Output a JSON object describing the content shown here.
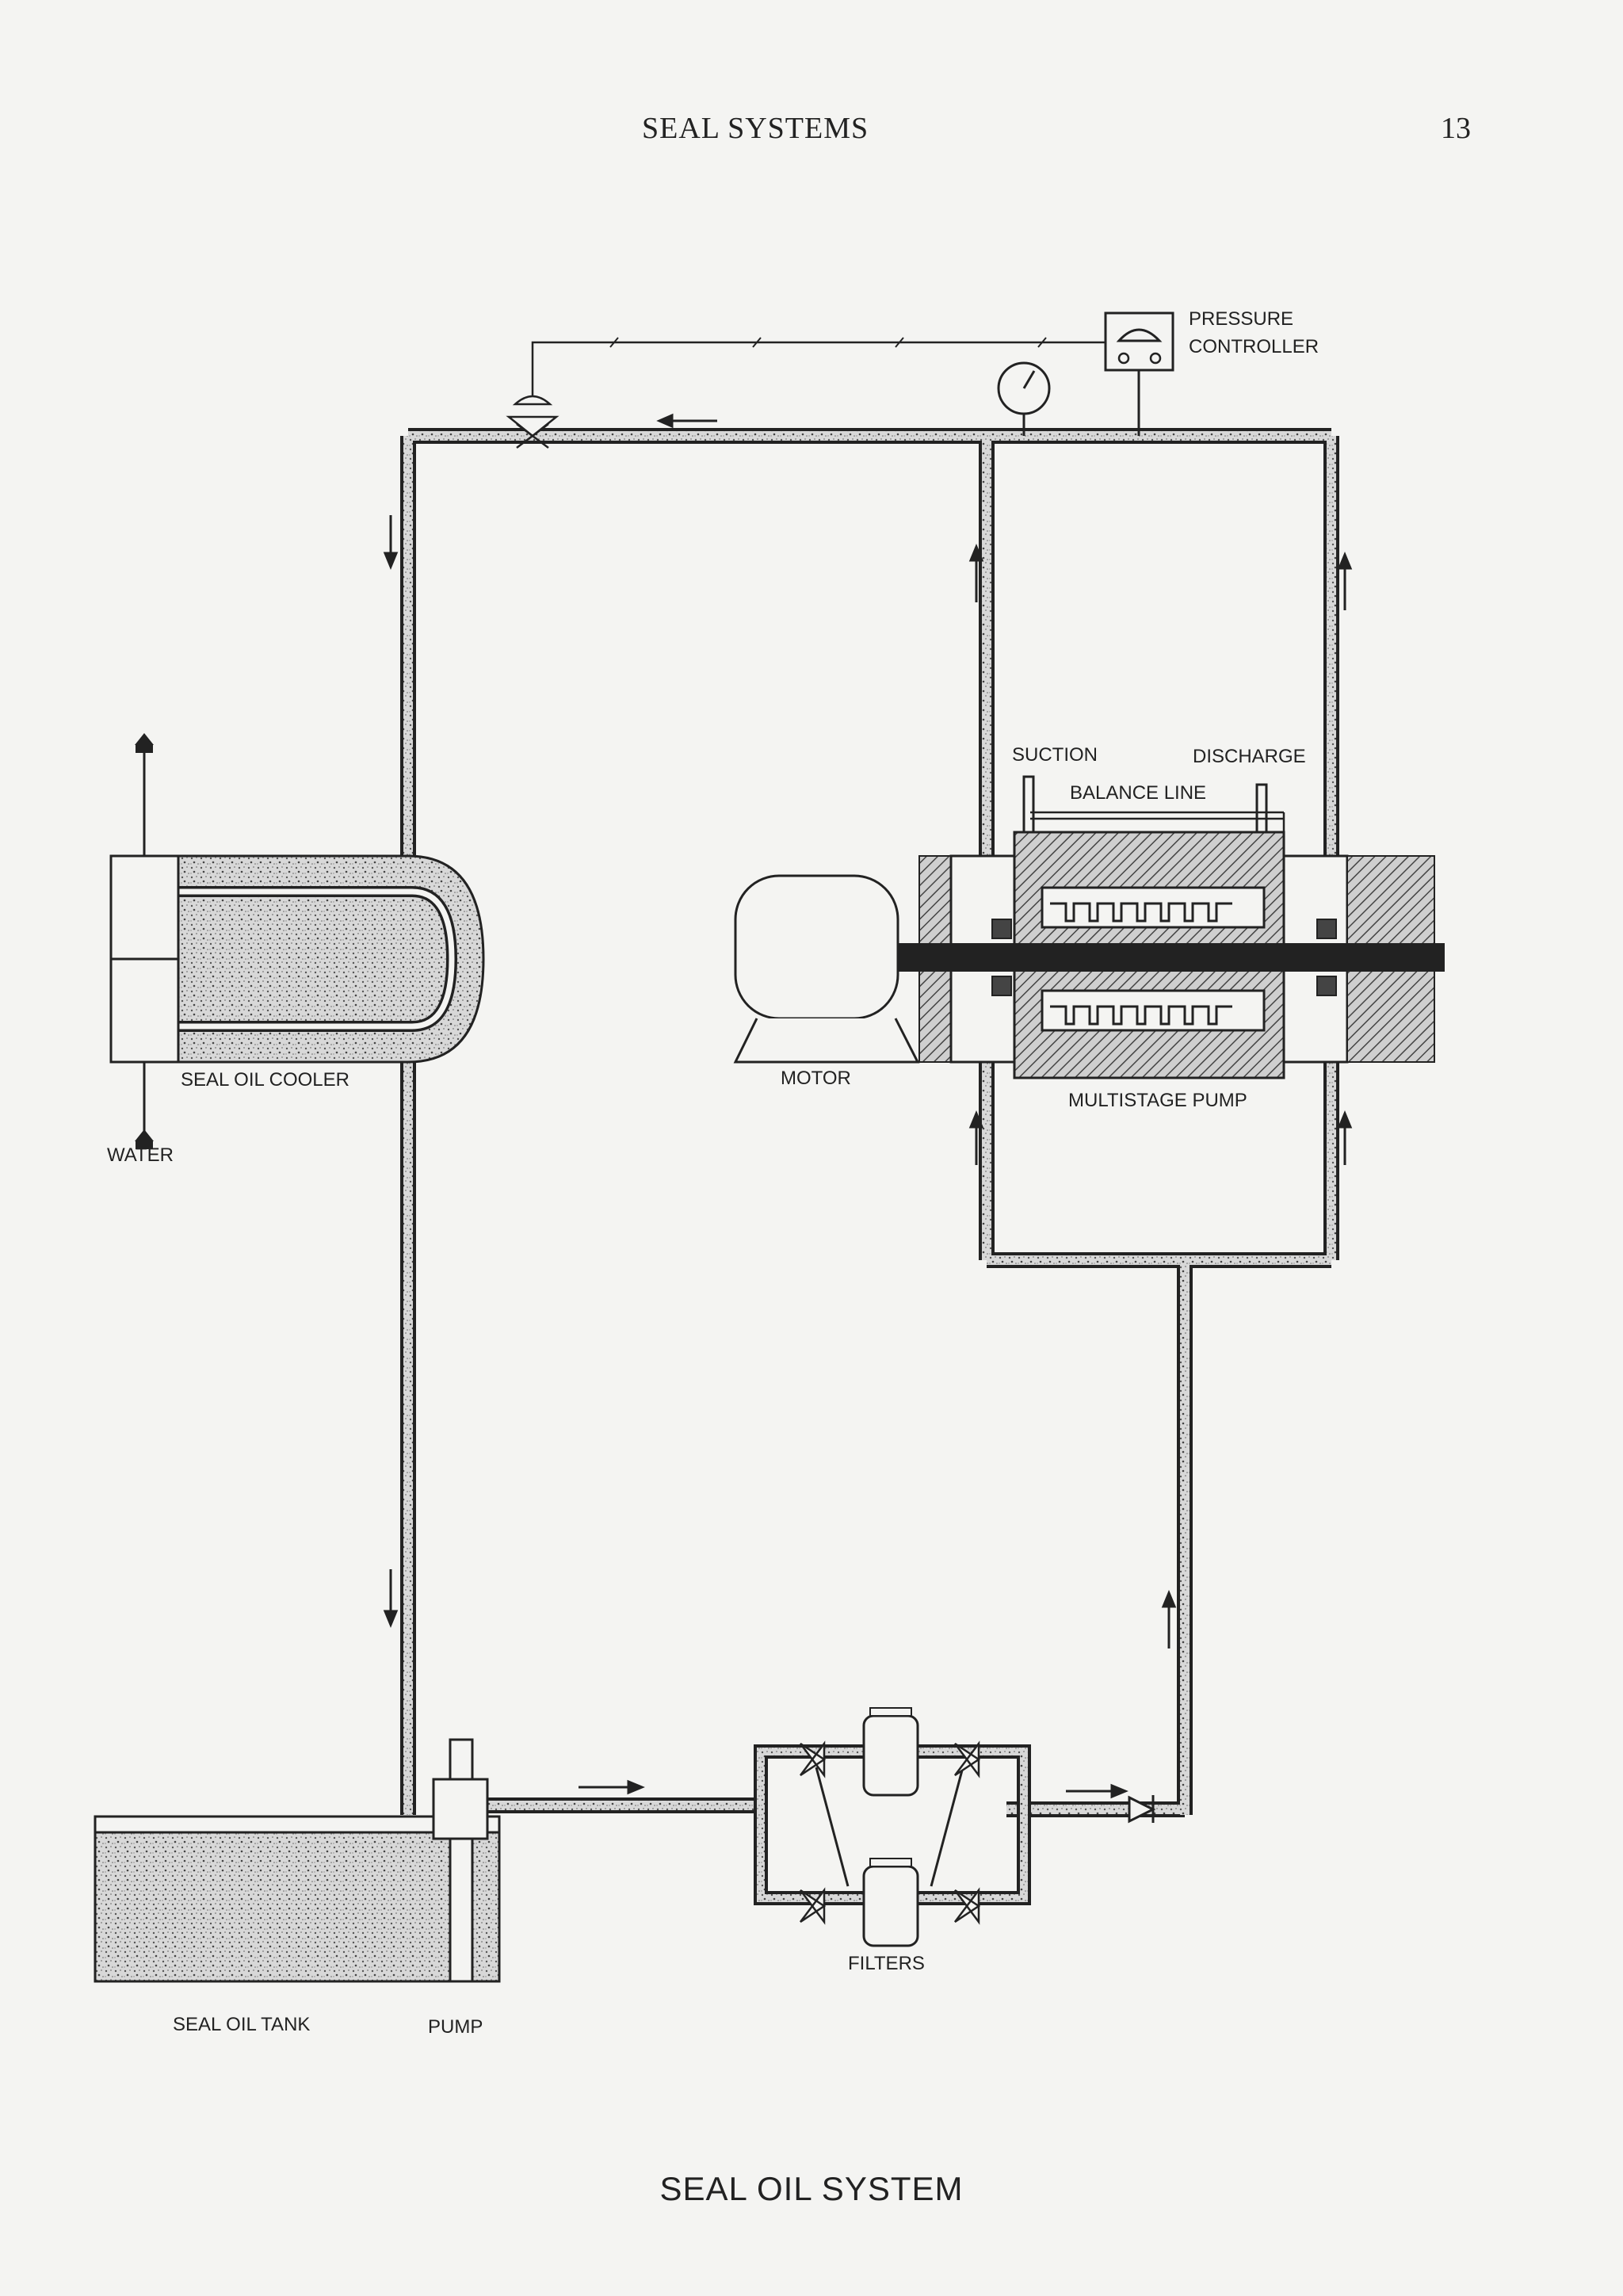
{
  "header": {
    "running_head": "SEAL SYSTEMS",
    "page_number": "13"
  },
  "diagram": {
    "labels": {
      "pressure_controller_line1": "PRESSURE",
      "pressure_controller_line2": "CONTROLLER",
      "suction": "SUCTION",
      "discharge": "DISCHARGE",
      "balance_line": "BALANCE LINE",
      "motor": "MOTOR",
      "multistage_pump": "MULTISTAGE PUMP",
      "seal_oil_cooler": "SEAL OIL COOLER",
      "water": "WATER",
      "filters": "FILTERS",
      "seal_oil_tank": "SEAL OIL TANK",
      "pump": "PUMP"
    }
  },
  "caption": "SEAL OIL SYSTEM"
}
